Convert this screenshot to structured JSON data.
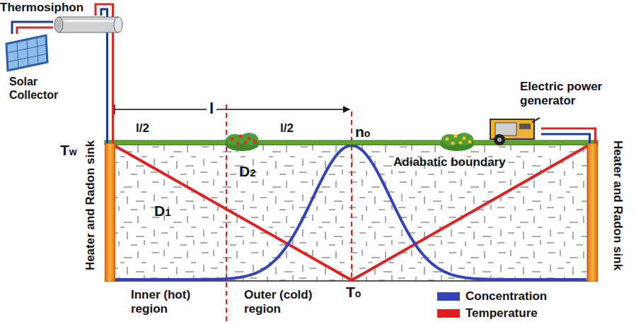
{
  "diagram": {
    "nodes": [
      {
        "text": [
          "Thermosiphon"
        ]
      },
      {
        "text": [
          "Solar Collector"
        ]
      },
      {
        "text": [
          "Electric power generator"
        ]
      },
      {
        "text": [
          "Heater and Radon sink"
        ]
      },
      {
        "text": [
          "Heater and Radon sink"
        ]
      }
    ],
    "edges": [
      {
        "from": 1,
        "to": 0,
        "arrow": "none"
      },
      {
        "from": 0,
        "to": 3,
        "arrow": "none"
      },
      {
        "from": 2,
        "to": 4,
        "arrow": "none"
      }
    ],
    "labels": [
      "Tw",
      "l",
      "l/2",
      "l/2",
      "no",
      "D1",
      "D2",
      "Adiabatic boundary",
      "Inner (hot) region",
      "Outer (cold) region",
      "To"
    ],
    "legend": [
      {
        "text": "Concentration",
        "color": "#3344bb"
      },
      {
        "text": "Temperature",
        "color": "#e02020"
      }
    ]
  }
}
